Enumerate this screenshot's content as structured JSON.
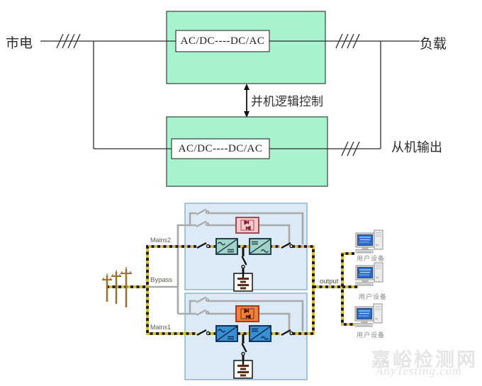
{
  "top_diagram": {
    "mains_label": "市电",
    "load_label": "负载",
    "slave_output_label": "从机输出",
    "parallel_control_label": "并机逻辑控制",
    "master_unit_label": "AC/DC----DC/AC",
    "slave_unit_label": "AC/DC----DC/AC"
  },
  "bottom_diagram": {
    "mains2_label": "Mains2",
    "bypass_label": "Bypass",
    "mains1_label": "Mains1",
    "output_label": "output",
    "user_device_labels": [
      "用户设备",
      "用户设备",
      "用户设备"
    ]
  },
  "watermark": {
    "site_name": "嘉峪检测网",
    "site_url": "AnyTesting.com"
  },
  "colors": {
    "unit_box_green": "#a7f3cd",
    "module_box_blue": "#dceaf6",
    "converter_teal": "#a3d2c8",
    "converter_blue": "#3a8ed2",
    "scr_pink": "#f6caca",
    "scr_orange": "#f0813d",
    "power_line_yellow": "#d9bb2a",
    "bypass_gray": "#a9a9a9",
    "battery_brown": "#5a2a12"
  }
}
